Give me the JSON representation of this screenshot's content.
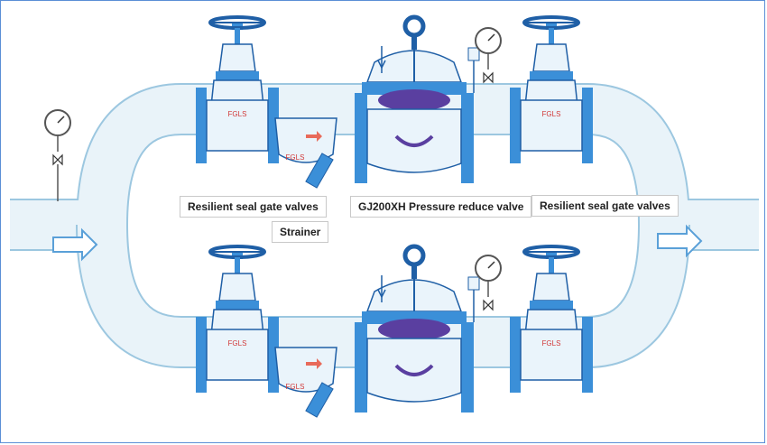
{
  "labels": {
    "gate_valves_left": "Resilient seal gate valves",
    "strainer": "Strainer",
    "pressure_reduce_valve": "GJ200XH Pressure reduce valve",
    "gate_valves_right": "Resilient seal gate valves"
  },
  "valve_marks": {
    "gate_valve_brand": "FGLS",
    "strainer_brand": "FGLS"
  },
  "colors": {
    "pipe_fill": "#e9f3f9",
    "pipe_stroke": "#9cc7e0",
    "valve_blue": "#3b8fd8",
    "valve_dark": "#1f5fa6",
    "diaphragm": "#5a3fa0",
    "flow_arrow": "#5aa0d8",
    "strainer_arrow": "#e86a5a",
    "brand_text": "#d23a3a"
  },
  "icons": {
    "inlet_flow": "arrow-right-icon",
    "outlet_flow": "arrow-right-icon",
    "gauge": "pressure-gauge-icon",
    "handwheel": "handwheel-icon"
  }
}
